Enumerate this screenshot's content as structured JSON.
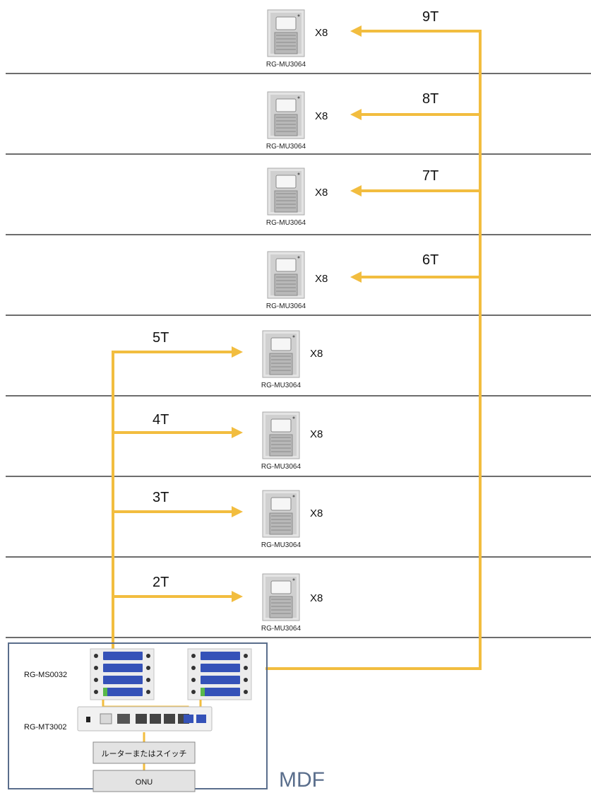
{
  "colors": {
    "cable": "#f2bd3f",
    "floor_line": "#3d3d3d",
    "mdf_border": "#5a6e8c",
    "port_blue": "#3552b8",
    "device_gray": "#d6d6d6"
  },
  "floors": [
    {
      "label": "9T",
      "count": "X8",
      "model": "RG-MU3064"
    },
    {
      "label": "8T",
      "count": "X8",
      "model": "RG-MU3064"
    },
    {
      "label": "7T",
      "count": "X8",
      "model": "RG-MU3064"
    },
    {
      "label": "6T",
      "count": "X8",
      "model": "RG-MU3064"
    },
    {
      "label": "5T",
      "count": "X8",
      "model": "RG-MU3064"
    },
    {
      "label": "4T",
      "count": "X8",
      "model": "RG-MU3064"
    },
    {
      "label": "3T",
      "count": "X8",
      "model": "RG-MU3064"
    },
    {
      "label": "2T",
      "count": "X8",
      "model": "RG-MU3064"
    }
  ],
  "mdf": {
    "title": "MDF",
    "patch_panel_label": "RG-MS0032",
    "switch_label": "RG-MT3002",
    "router_label": "ルーターまたはスイッチ",
    "onu_label": "ONU"
  }
}
